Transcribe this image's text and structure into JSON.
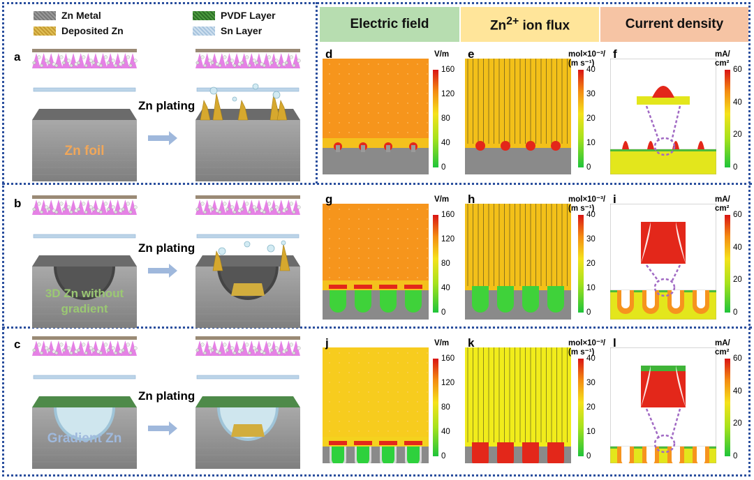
{
  "legend": [
    {
      "label": "Zn Metal",
      "color": "#8d8d8d"
    },
    {
      "label": "Deposited Zn",
      "color": "#d7b44a"
    },
    {
      "label": "PVDF Layer",
      "color": "#3f8a35"
    },
    {
      "label": "Sn Layer",
      "color": "#bcd4e8"
    }
  ],
  "headers": [
    {
      "label": "Electric field",
      "color": "#b7ddb0"
    },
    {
      "label_html": "Zn<sup>2+</sup> ion flux",
      "label": "Zn2+ ion flux",
      "color": "#ffe59a"
    },
    {
      "label": "Current density",
      "color": "#f6c4a4"
    }
  ],
  "rows": [
    {
      "letter": "a",
      "scene_label": "Zn foil",
      "scene_color": "#f0a75a",
      "action": "Zn plating",
      "panels": [
        {
          "letter": "d"
        },
        {
          "letter": "e"
        },
        {
          "letter": "f"
        }
      ]
    },
    {
      "letter": "b",
      "scene_label": "3D Zn without gradient",
      "scene_line1": "3D Zn without",
      "scene_line2": "gradient",
      "scene_color": "#9bc873",
      "action": "Zn plating",
      "panels": [
        {
          "letter": "g"
        },
        {
          "letter": "h"
        },
        {
          "letter": "i"
        }
      ]
    },
    {
      "letter": "c",
      "scene_label": "Gradient Zn",
      "scene_color": "#9fb9dd",
      "action": "Zn plating",
      "panels": [
        {
          "letter": "j"
        },
        {
          "letter": "k"
        },
        {
          "letter": "l"
        }
      ]
    }
  ],
  "colorbars": {
    "electric": {
      "unit": "V/m",
      "ticks": [
        "160",
        "120",
        "80",
        "40",
        "0"
      ]
    },
    "flux": {
      "unit_line1": "mol×10⁻³/",
      "unit_line2": "(m s⁻¹)",
      "ticks": [
        "40",
        "30",
        "20",
        "10",
        "0"
      ]
    },
    "current": {
      "unit_line1": "mA/",
      "unit_line2": "cm²",
      "ticks": [
        "60",
        "40",
        "20",
        "0"
      ]
    }
  }
}
